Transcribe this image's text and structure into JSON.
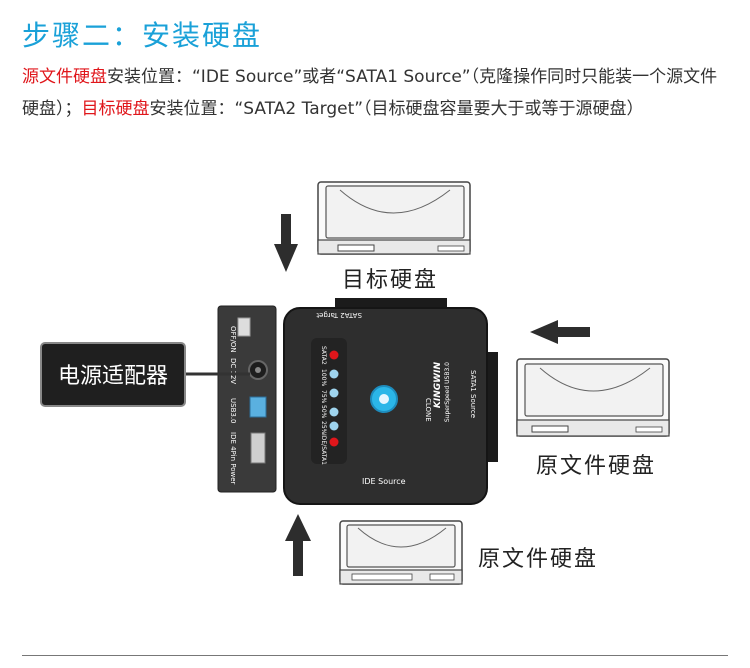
{
  "heading": {
    "title": "步骤二：安装硬盘"
  },
  "description": {
    "source_label": "源文件硬盘",
    "source_mid": "安装位置：“IDE Source”或者“SATA1 Source”（克隆操作同时只能装一个源文件硬盘）；",
    "target_label": "目标硬盘",
    "target_rest": "安装位置：“SATA2 Target”（目标硬盘容量要大于或等于源硬盘）"
  },
  "labels": {
    "target_disk": "目标硬盘",
    "sata_source_disk": "原文件硬盘",
    "ide_source_disk": "原文件硬盘",
    "power_adapter": "电源适配器"
  },
  "device": {
    "brand": "KINGWIN",
    "model": "SuperSpeed USB3.0",
    "clone_label": "CLONE",
    "sata1_port": "SATA1 Source",
    "sata2_port": "SATA2 Target",
    "ide_port": "IDE Source",
    "led_labels": [
      "SATA2",
      "100%",
      "75%",
      "50%",
      "25%",
      "IDE/SATA1"
    ],
    "side_labels": [
      "OFF/ON",
      "DC 12V",
      "USB3.0",
      "IDE 4Pin Power"
    ]
  },
  "colors": {
    "title_blue": "#1aa1d8",
    "highlight_red": "#e0161b",
    "device_dark": "#2b2b2b",
    "led_red": "#e0161b",
    "led_blue": "#9fd4ee"
  }
}
